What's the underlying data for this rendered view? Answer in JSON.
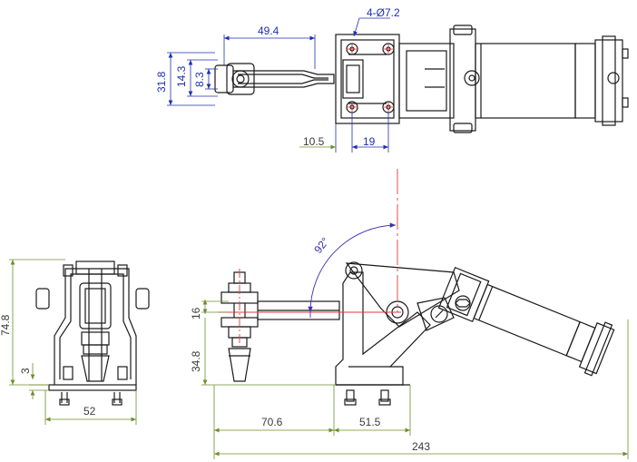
{
  "colors": {
    "outline": "#1a1a1a",
    "dimension_blue": "#1f2fb0",
    "dimension_green": "#6b8f2a",
    "centerline_red": "#e23a3a",
    "angle_purple": "#3b2fb5"
  },
  "top_view": {
    "hole_callout": "4-Ø7.2",
    "dim_reach": "49.4",
    "dim_height_outer": "31.8",
    "dim_height_mid": "14.3",
    "dim_height_inner": "8.3",
    "dim_offset": "10.5",
    "dim_hole_spacing": "19"
  },
  "side_view": {
    "angle": "92°",
    "dim_arm_height": "16",
    "dim_base_height": "34.8",
    "dim_reach": "70.6",
    "dim_base_length": "51.5",
    "dim_total_length": "243"
  },
  "front_view": {
    "dim_total_height": "74.8",
    "dim_base_thickness": "3",
    "dim_width": "52"
  }
}
